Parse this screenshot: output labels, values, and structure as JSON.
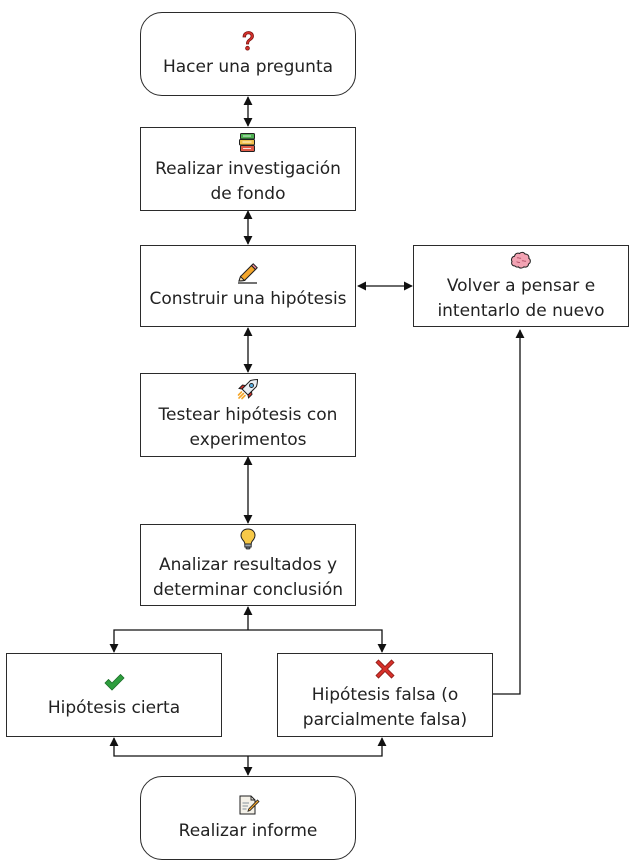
{
  "nodes": {
    "question": {
      "label": "Hacer una pregunta",
      "icon": "question-mark-icon"
    },
    "research": {
      "label": "Realizar investigación\nde fondo",
      "icon": "books-icon"
    },
    "hypothesis": {
      "label": "Construir una hipótesis",
      "icon": "pencil-icon"
    },
    "rethink": {
      "label": "Volver a pensar e\nintentarlo de nuevo",
      "icon": "brain-icon"
    },
    "test": {
      "label": "Testear hipótesis con\nexperimentos",
      "icon": "rocket-icon"
    },
    "analyze": {
      "label": "Analizar resultados y\ndeterminar conclusión",
      "icon": "light-bulb-icon"
    },
    "true_hyp": {
      "label": "Hipótesis cierta",
      "icon": "check-mark-icon"
    },
    "false_hyp": {
      "label": "Hipótesis falsa (o\nparcialmente falsa)",
      "icon": "cross-mark-icon"
    },
    "report": {
      "label": "Realizar informe",
      "icon": "memo-icon"
    }
  },
  "colors": {
    "border": "#2b2b2b",
    "text": "#222222",
    "question_mark": "#d6312b",
    "check_mark": "#2e9e3e",
    "cross_mark": "#d6312b",
    "bulb": "#f7c948",
    "brain": "#f2a3b3"
  }
}
